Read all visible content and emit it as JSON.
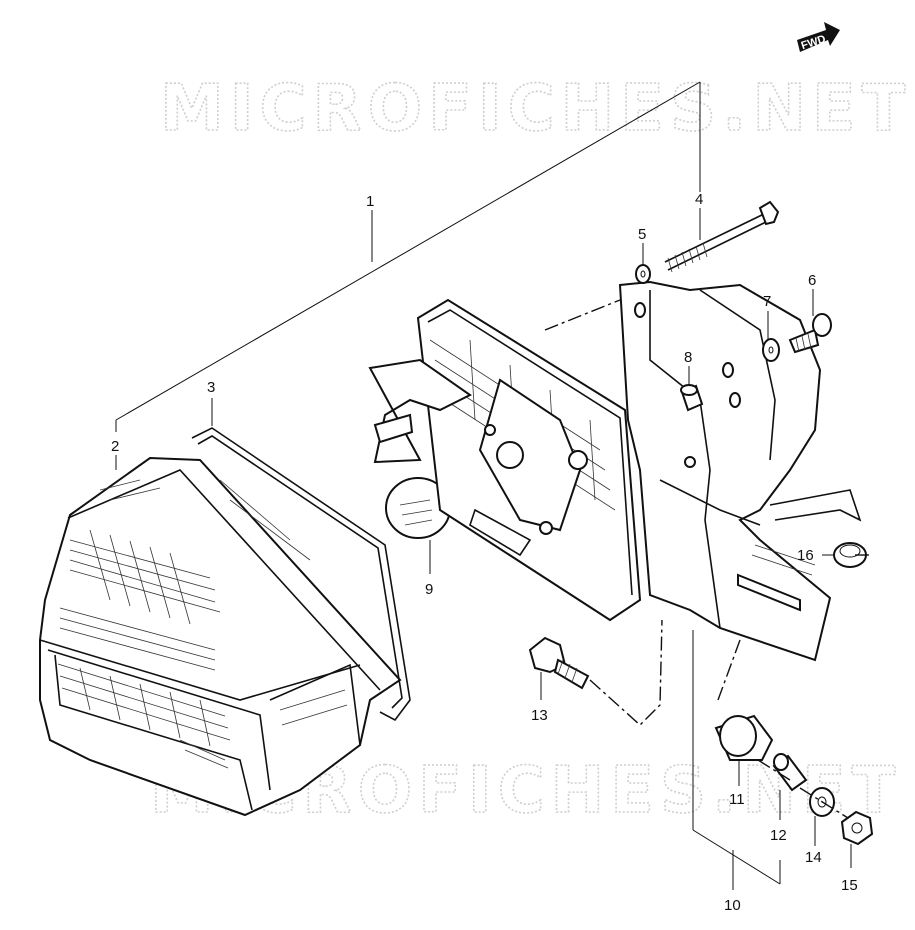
{
  "watermark": "MICROFICHES.NET",
  "fwd_label": "FWD",
  "callouts": [
    {
      "id": "1",
      "label": "1"
    },
    {
      "id": "2",
      "label": "2"
    },
    {
      "id": "3",
      "label": "3"
    },
    {
      "id": "4",
      "label": "4"
    },
    {
      "id": "5",
      "label": "5"
    },
    {
      "id": "6",
      "label": "6"
    },
    {
      "id": "7",
      "label": "7"
    },
    {
      "id": "8",
      "label": "8"
    },
    {
      "id": "9",
      "label": "9"
    },
    {
      "id": "10",
      "label": "10"
    },
    {
      "id": "11",
      "label": "11"
    },
    {
      "id": "12",
      "label": "12"
    },
    {
      "id": "13",
      "label": "13"
    },
    {
      "id": "14",
      "label": "14"
    },
    {
      "id": "15",
      "label": "15"
    },
    {
      "id": "16",
      "label": "16"
    }
  ]
}
